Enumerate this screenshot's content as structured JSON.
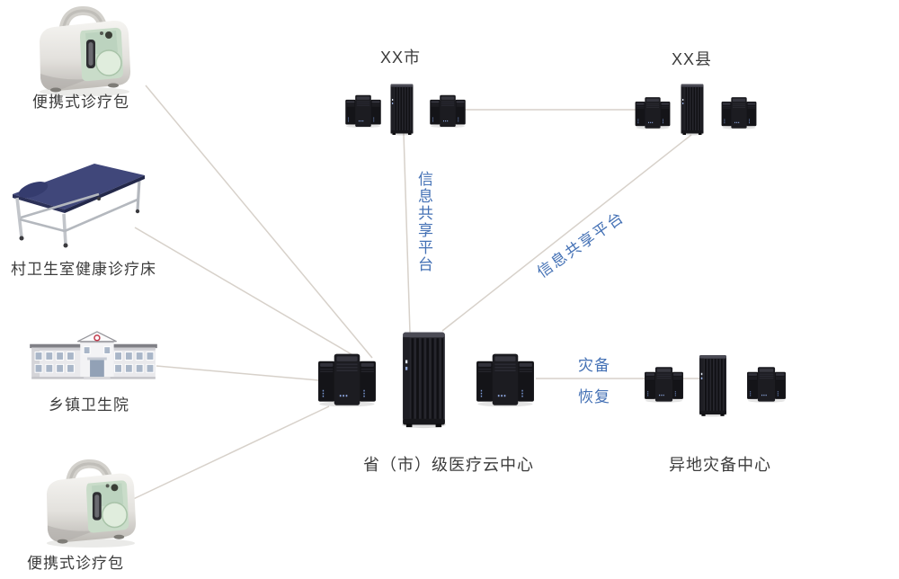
{
  "diagram": {
    "nodes": {
      "portable_kit_top": {
        "label": "便携式诊疗包"
      },
      "clinic_bed": {
        "label": "村卫生室健康诊疗床"
      },
      "township_hospital": {
        "label": "乡镇卫生院"
      },
      "portable_kit_bottom": {
        "label": "便携式诊疗包"
      },
      "city": {
        "label": "XX市"
      },
      "county": {
        "label": "XX县"
      },
      "cloud_center": {
        "label": "省（市）级医疗云中心"
      },
      "disaster_recovery_center": {
        "label": "异地灾备中心"
      }
    },
    "link_labels": {
      "info_share_vertical": "信息共享平台",
      "info_share_diagonal": "信息共享平台",
      "disaster_backup": "灾备",
      "recovery": "恢复"
    },
    "colors": {
      "link_label": "#4471b5",
      "node_label": "#3c3c3c",
      "connection_line": "#d7d1ca",
      "background": "#ffffff"
    }
  }
}
